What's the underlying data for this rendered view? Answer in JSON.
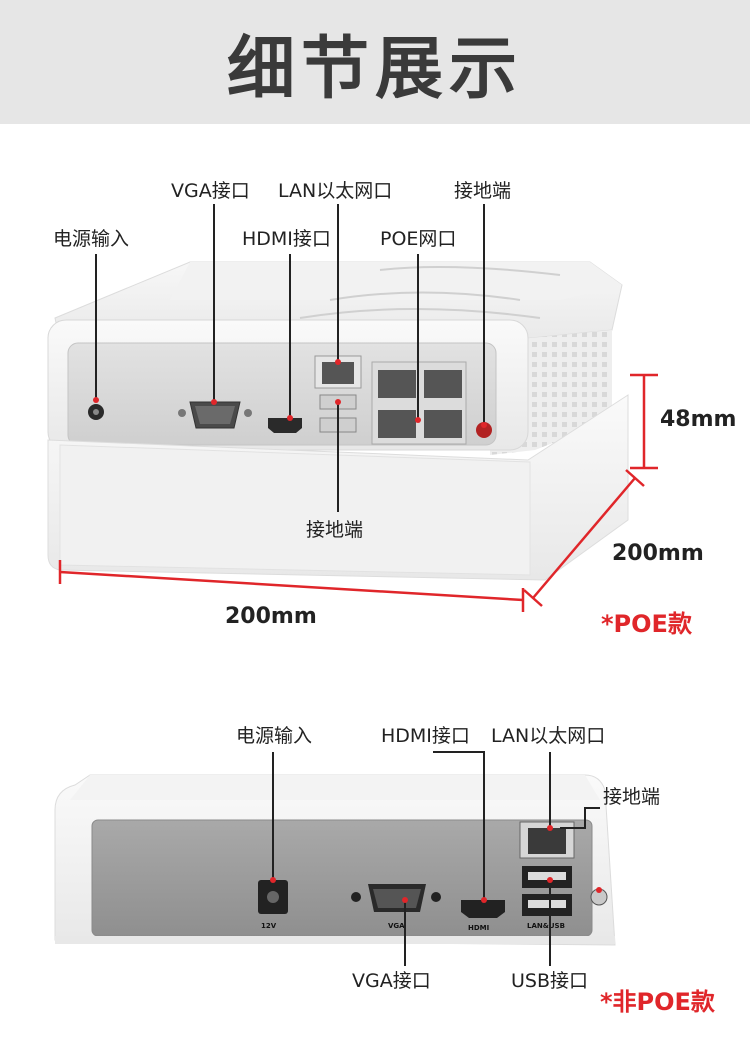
{
  "header": {
    "title": "细节展示"
  },
  "top": {
    "labels": {
      "power": "电源输入",
      "vga": "VGA接口",
      "hdmi": "HDMI接口",
      "lan": "LAN以太网口",
      "poe_port": "POE网口",
      "ground_top": "接地端",
      "ground_bottom": "接地端"
    },
    "dims": {
      "height": "48mm",
      "depth": "200mm",
      "width": "200mm"
    },
    "variant": "*POE款"
  },
  "bottom": {
    "labels": {
      "power": "电源输入",
      "hdmi": "HDMI接口",
      "lan": "LAN以太网口",
      "ground": "接地端",
      "vga": "VGA接口",
      "usb": "USB接口"
    },
    "panel_marks": {
      "power": "12V",
      "vga": "VGA",
      "hdmi": "HDMI",
      "lanusb": "LAN&USB"
    },
    "variant": "*非POE款"
  },
  "colors": {
    "accent": "#e0262a",
    "header_bg": "#e6e6e6"
  }
}
